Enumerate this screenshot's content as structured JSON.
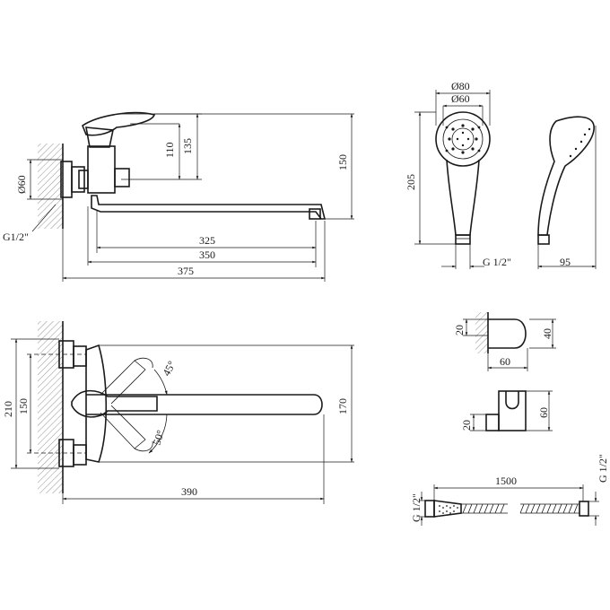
{
  "drawing": {
    "side_view": {
      "connection_label": "G1/2\"",
      "diameter_label": "Ø60",
      "dims": {
        "lever_small": "110",
        "lever_top": "135",
        "total_height": "150",
        "spout_325": "325",
        "spout_350": "350",
        "total_375": "375"
      }
    },
    "hand_shower": {
      "outer_diameter": "Ø80",
      "inner_diameter": "Ø60",
      "length": "205",
      "thread": "G 1/2\"",
      "depth": "95"
    },
    "top_view": {
      "height_210": "210",
      "spacing_150": "150",
      "angle_45": "45°",
      "angle_50": "50°",
      "spout_170": "170",
      "length_390": "390"
    },
    "wall_holder": {
      "h20": "20",
      "h40": "40",
      "w60": "60"
    },
    "bracket": {
      "h20": "20",
      "h60": "60"
    },
    "hose": {
      "length": "1500",
      "thread_left": "G 1/2\"",
      "thread_right": "G 1/2\""
    }
  }
}
